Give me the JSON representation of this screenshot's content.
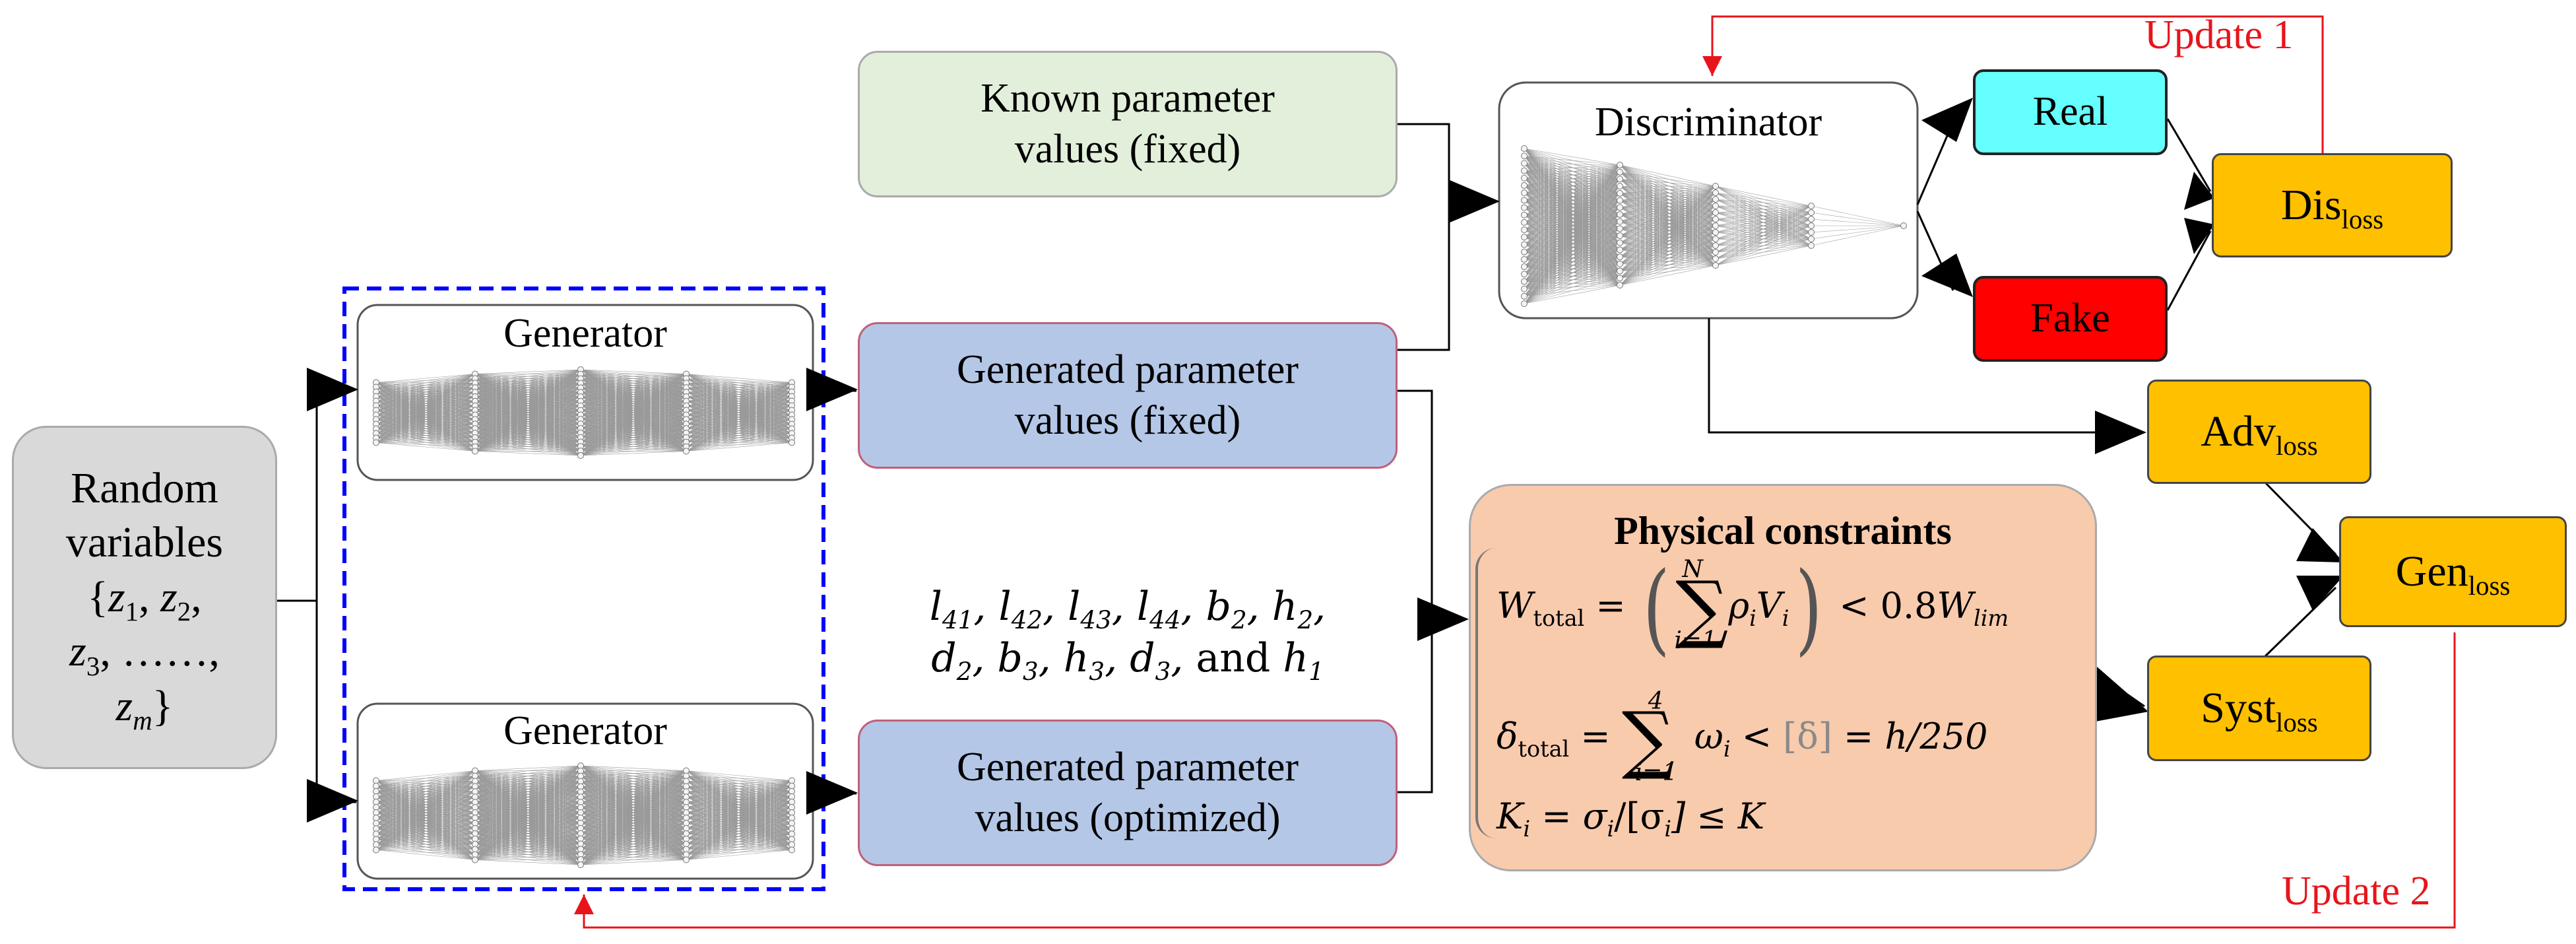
{
  "nodes": {
    "random": {
      "lines": [
        "Random",
        "variables"
      ],
      "set_open": "{",
      "set_close": "}",
      "z": "z",
      "dots": "……,",
      "idx1": "1",
      "idx2": "2",
      "idx3": "3",
      "idxm": "m"
    },
    "generator_top": {
      "title": "Generator"
    },
    "generator_bottom": {
      "title": "Generator"
    },
    "known": {
      "line1": "Known parameter",
      "line2": "values (fixed)"
    },
    "gen_fixed": {
      "line1": "Generated parameter",
      "line2": "values (fixed)"
    },
    "gen_opt": {
      "line1": "Generated parameter",
      "line2": "values (optimized)"
    },
    "discriminator": {
      "title": "Discriminator"
    },
    "real": {
      "label": "Real"
    },
    "fake": {
      "label": "Fake"
    },
    "dis_loss": {
      "main": "Dis",
      "sub": "loss"
    },
    "adv_loss": {
      "main": "Adv",
      "sub": "loss"
    },
    "gen_loss": {
      "main": "Gen",
      "sub": "loss"
    },
    "syst_loss": {
      "main": "Syst",
      "sub": "loss"
    },
    "physical": {
      "title": "Physical constraints",
      "eq1": {
        "lhs": "W",
        "lhs_sub": "total",
        "equals": "=",
        "term": "ρ",
        "term_sub": "i",
        "term2": "V",
        "term2_sub": "i",
        "lower": "i=1",
        "upper": "N",
        "rhs": "< 0.8",
        "rhs_var": "W",
        "rhs_sub": "lim"
      },
      "eq2": {
        "lhs": "δ",
        "lhs_sub": "total",
        "equals": "=",
        "term": "ω",
        "term_sub": "i",
        "lower": "i=1",
        "upper": "4",
        "rhs": "<",
        "bracket": "[δ]",
        "tail": "= h/250"
      },
      "eq3": {
        "text": "K",
        "sub": "i",
        "tail": "= σ",
        "tail_sub": "i",
        "mid": "/[σ",
        "mid_sub": "i",
        "end": "] ≤ K"
      }
    },
    "variables": {
      "l": "l",
      "b": "b",
      "h": "h",
      "d": "d",
      "and": "and",
      "s41": "41",
      "s42": "42",
      "s43": "43",
      "s44": "44",
      "s2": "2",
      "s3": "3",
      "s1": "1"
    }
  },
  "labels": {
    "update1": "Update 1",
    "update2": "Update 2"
  },
  "colors": {
    "known_fill": "#e2efda",
    "gen_fill": "#b4c7e7",
    "random_fill": "#d9d9d9",
    "loss_fill": "#ffc000",
    "real_fill": "#66ffff",
    "fake_fill": "#ff0000",
    "physical_fill": "#f8cbad",
    "dashed_frame": "#0000ff",
    "update_arrow": "#e8141b"
  }
}
